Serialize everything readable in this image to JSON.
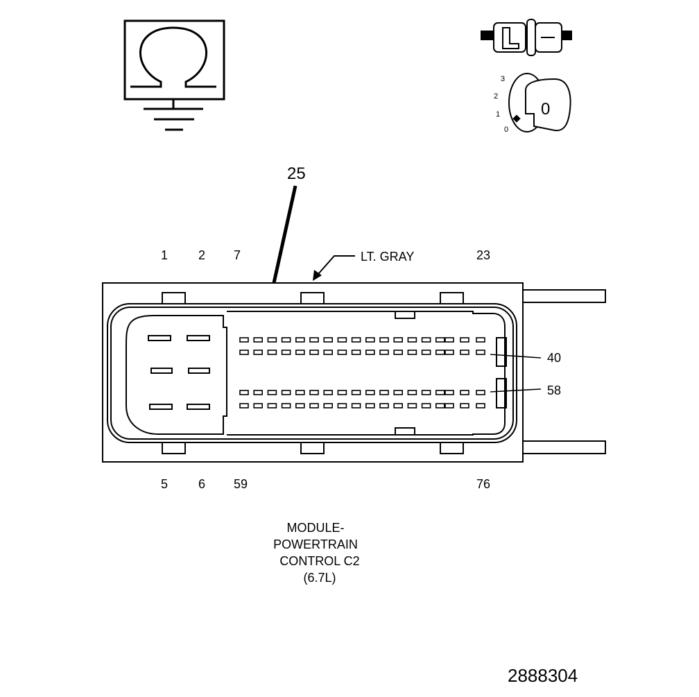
{
  "colors": {
    "line": "#000000",
    "background": "#ffffff"
  },
  "icons": {
    "resistance": "ohm-symbol-icon",
    "ground": "ground-icon",
    "connector": "connector-plug-icon",
    "ignition": "ignition-key-icon"
  },
  "ignition": {
    "positions": [
      "3",
      "2",
      "1",
      "0"
    ],
    "key_label": "0"
  },
  "callout": {
    "pin": "25"
  },
  "wire_color": "LT. GRAY",
  "pins": {
    "top": [
      "1",
      "2",
      "7",
      "23"
    ],
    "bottom": [
      "5",
      "6",
      "59",
      "76"
    ],
    "right": [
      "40",
      "58"
    ]
  },
  "title": [
    "MODULE-",
    "POWERTRAIN",
    "CONTROL C2",
    "(6.7L)"
  ],
  "figure_id": "2888304"
}
